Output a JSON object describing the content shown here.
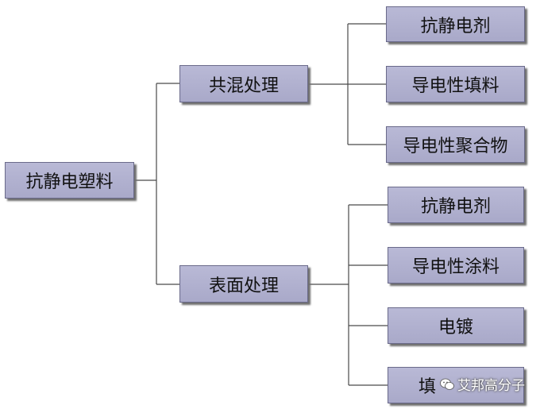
{
  "root": {
    "label": "抗静电塑料"
  },
  "branches": [
    {
      "label": "共混处理",
      "children": [
        "抗静电剂",
        "导电性填料",
        "导电性聚合物"
      ]
    },
    {
      "label": "表面处理",
      "children": [
        "抗静电剂",
        "导电性涂料",
        "电镀",
        "填"
      ]
    }
  ],
  "watermark": {
    "text": "艾邦高分子",
    "icon": "wechat-icon"
  },
  "colors": {
    "box_fill": "#b0b0cf",
    "box_border": "#6a6a8a",
    "connector": "#4a4a4a"
  }
}
